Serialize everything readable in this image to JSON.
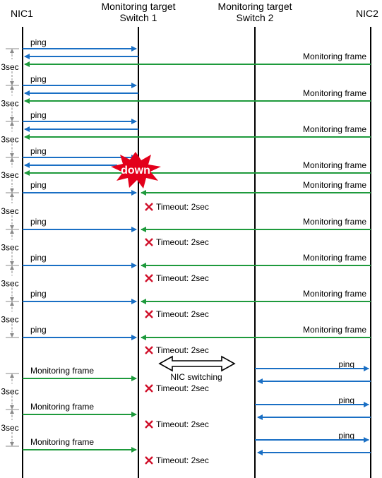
{
  "headers": {
    "nic1": "NIC1",
    "switch1_line1": "Monitoring target",
    "switch1_line2": "Switch 1",
    "switch2_line1": "Monitoring target",
    "switch2_line2": "Switch 2",
    "nic2": "NIC2"
  },
  "labels": {
    "ping": "ping",
    "monitoring_frame": "Monitoring frame",
    "interval": "3sec",
    "timeout": "Timeout: 2sec",
    "down": "down",
    "nic_switching": "NIC switching"
  },
  "colors": {
    "ping_blue": "#1a6fc4",
    "frame_green": "#1e9a3c",
    "timeout_red": "#d0102a",
    "down_red": "#e3001b",
    "lifeline": "#000000",
    "interval_gray": "#8a8a8a"
  }
}
